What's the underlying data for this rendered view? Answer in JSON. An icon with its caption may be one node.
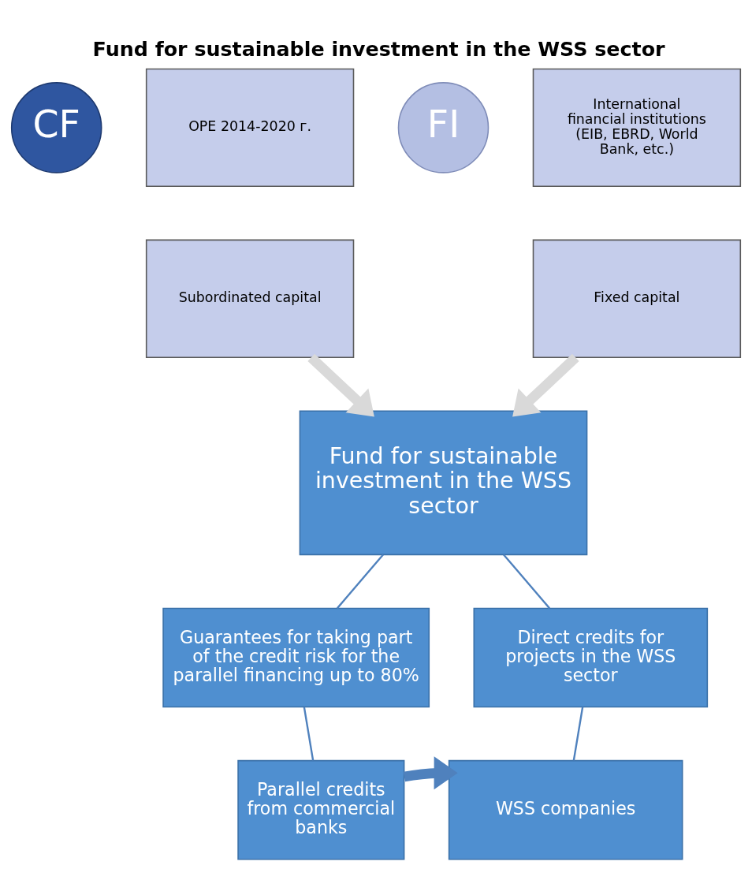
{
  "diagram": {
    "title": "Fund for sustainable investment in the WSS sector",
    "nodes": [
      {
        "text": [
          "CF"
        ]
      },
      {
        "text": [
          "OPE 2014-2020 г."
        ]
      },
      {
        "text": [
          "Subordinated capital"
        ]
      },
      {
        "text": [
          "FI"
        ]
      },
      {
        "text": [
          "International financial institutions (EIB, EBRD, World Bank, etc.)"
        ]
      },
      {
        "text": [
          "Fixed capital"
        ]
      },
      {
        "text": [
          "Fund for sustainable investment in the WSS sector"
        ]
      },
      {
        "text": [
          "Guarantees for taking part of the credit risk for the parallel financing up to 80%"
        ]
      },
      {
        "text": [
          "Direct credits for projects in the WSS sector"
        ]
      },
      {
        "text": [
          "Parallel credits from commercial banks"
        ]
      },
      {
        "text": [
          "WSS companies"
        ]
      }
    ],
    "edges": [
      {
        "from": 2,
        "to": 6,
        "arrow": "to",
        "style": "thick",
        "color": "#d9d9d9"
      },
      {
        "from": 5,
        "to": 6,
        "arrow": "to",
        "style": "thick",
        "color": "#d9d9d9"
      },
      {
        "from": 6,
        "to": 7,
        "arrow": "none"
      },
      {
        "from": 6,
        "to": 8,
        "arrow": "none"
      },
      {
        "from": 7,
        "to": 9,
        "arrow": "none"
      },
      {
        "from": 8,
        "to": 10,
        "arrow": "none"
      },
      {
        "from": 9,
        "to": 10,
        "arrow": "to",
        "style": "thick"
      }
    ]
  }
}
